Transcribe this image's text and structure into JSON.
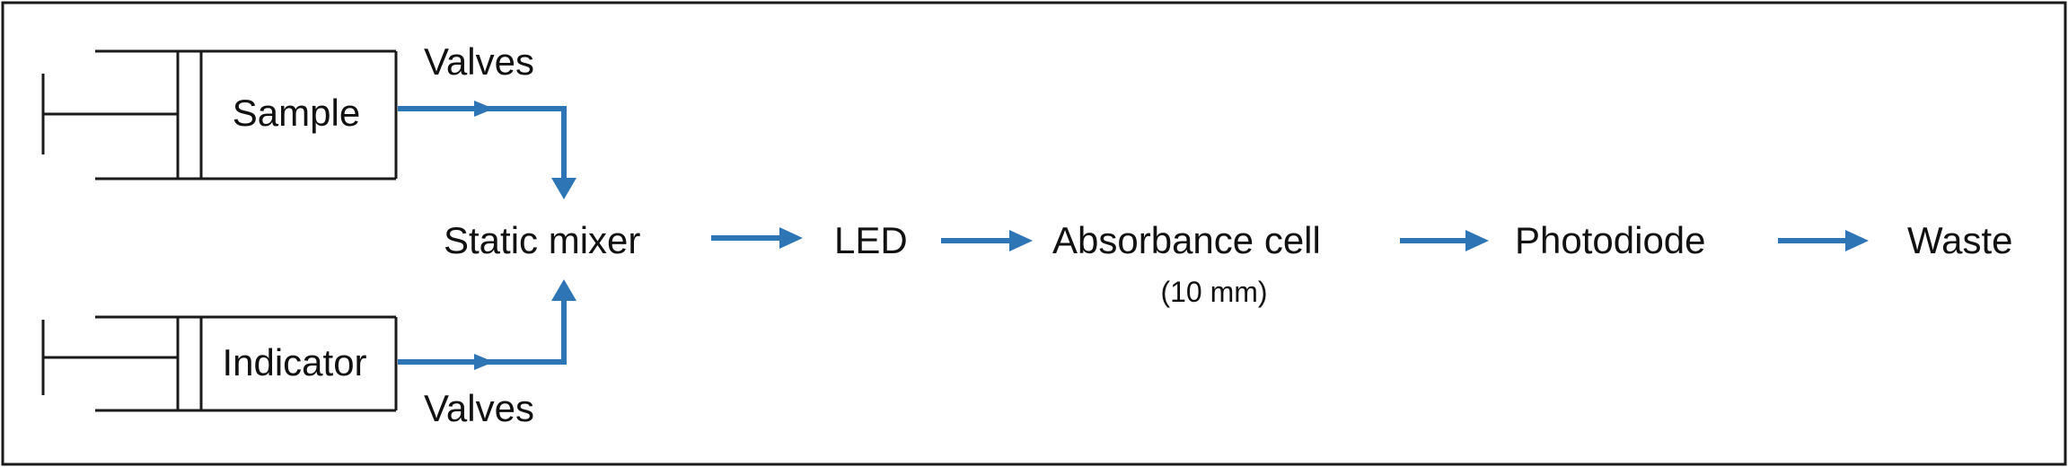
{
  "labels": {
    "valves_top": "Valves",
    "valves_bottom": "Valves",
    "sample": "Sample",
    "indicator": "Indicator",
    "static_mixer": "Static mixer",
    "led": "LED",
    "absorbance_cell": "Absorbance cell",
    "absorbance_cell_note": "(10 mm)",
    "photodiode": "Photodiode",
    "waste": "Waste"
  },
  "colors": {
    "arrow": "#2e75b6",
    "line": "#1a1a1a",
    "text": "#111111"
  }
}
